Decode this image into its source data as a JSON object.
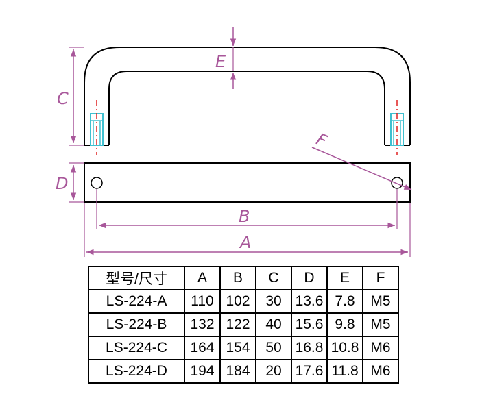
{
  "dimension_labels": {
    "A": "A",
    "B": "B",
    "C": "C",
    "D": "D",
    "E": "E",
    "F": "F"
  },
  "colors": {
    "dimension": "#a8579a",
    "outline": "#000000",
    "centerline": "#e02020",
    "thread": "#40c0d0"
  },
  "table": {
    "headers": [
      "型号/尺寸",
      "A",
      "B",
      "C",
      "D",
      "E",
      "F"
    ],
    "rows": [
      [
        "LS-224-A",
        "110",
        "102",
        "30",
        "13.6",
        "7.8",
        "M5"
      ],
      [
        "LS-224-B",
        "132",
        "122",
        "40",
        "15.6",
        "9.8",
        "M5"
      ],
      [
        "LS-224-C",
        "164",
        "154",
        "50",
        "16.8",
        "10.8",
        "M6"
      ],
      [
        "LS-224-D",
        "194",
        "184",
        "20",
        "17.6",
        "11.8",
        "M6"
      ]
    ]
  }
}
